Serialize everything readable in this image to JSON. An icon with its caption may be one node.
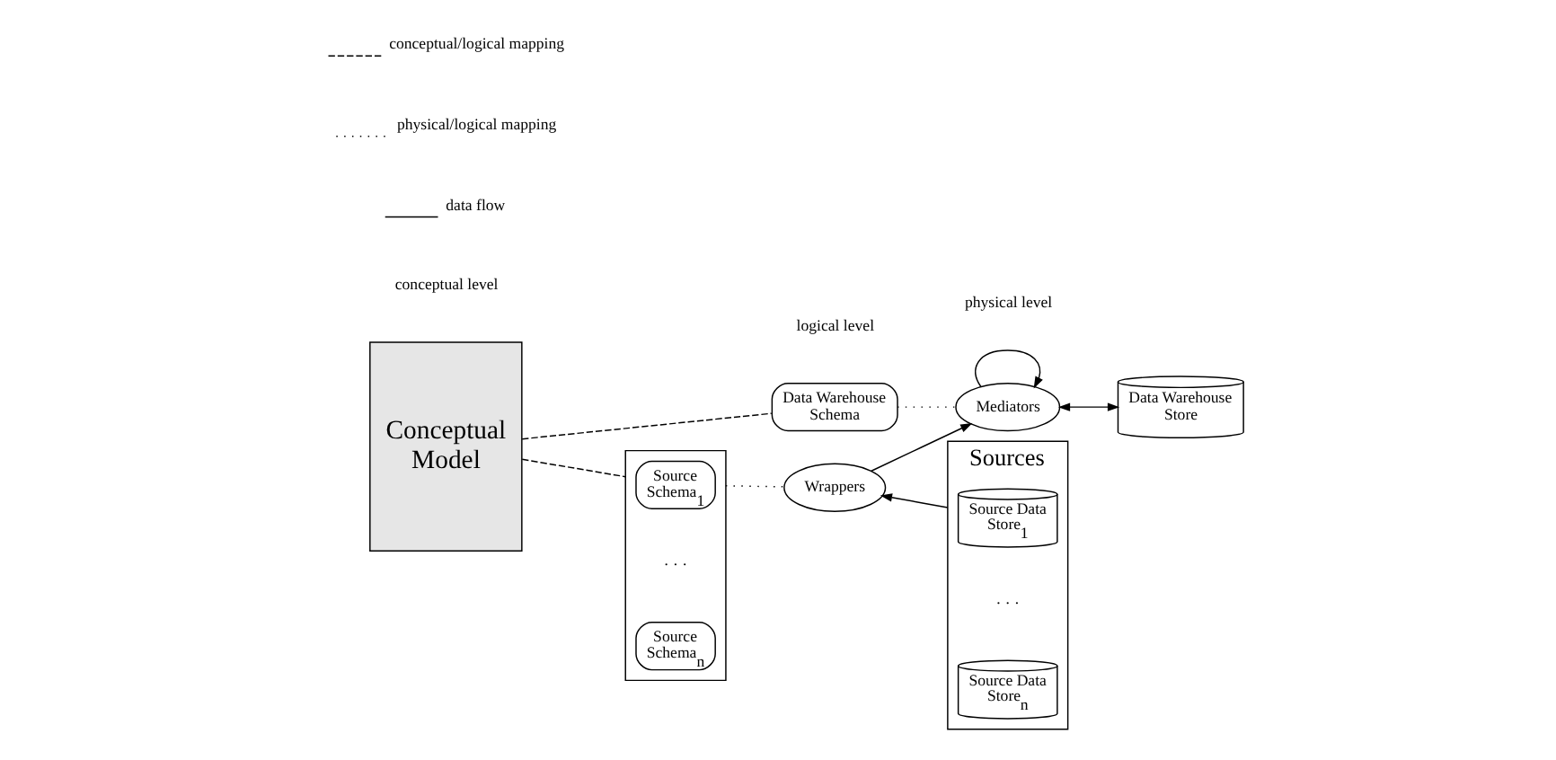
{
  "diagram": {
    "nodes": [
      {
        "text": [
          "Conceptual Model"
        ]
      },
      {
        "text": [
          "Data Warehouse Schema"
        ]
      },
      {
        "text": [
          "Mediators"
        ]
      },
      {
        "text": [
          "Data Warehouse Store"
        ]
      },
      {
        "text": [],
        "shape": "box"
      },
      {
        "text": [
          "Source Schema$_{1}$"
        ],
        "in": 4
      },
      {
        "text": [
          "Source Schema$_{n}$"
        ],
        "in": 4
      },
      {
        "text": [
          "Wrappers"
        ]
      },
      {
        "text": [
          "Sources"
        ]
      },
      {
        "text": [
          "Source Data Store$_{1}$"
        ],
        "in": 8
      },
      {
        "text": [
          "Source Data Store$_{n}$"
        ],
        "in": 8
      }
    ],
    "edges": [
      {
        "from": 0,
        "to": 1,
        "arrow": "none",
        "style": "dashed"
      },
      {
        "from": 0,
        "to": 4,
        "arrow": "none",
        "style": "dashed"
      },
      {
        "from": 1,
        "to": 2,
        "arrow": "none",
        "style": "dashed"
      },
      {
        "from": 4,
        "to": 7,
        "arrow": "none",
        "style": "dashed"
      },
      {
        "from": 2,
        "to": 2,
        "arrow": "to"
      },
      {
        "from": 2,
        "to": 3,
        "arrow": "both"
      },
      {
        "from": 7,
        "to": 2,
        "arrow": "to"
      },
      {
        "from": 8,
        "to": 7,
        "arrow": "to"
      }
    ],
    "labels": [
      "· · ·",
      "· · ·",
      "conceptual level",
      "logical level",
      "physical level"
    ],
    "legend": [
      {
        "text": "conceptual/logical mapping"
      },
      {
        "text": "physical/logical mapping"
      },
      {
        "text": "data flow"
      }
    ]
  }
}
